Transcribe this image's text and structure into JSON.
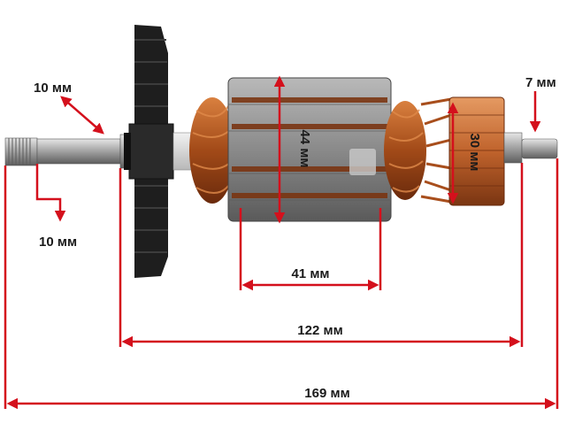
{
  "colors": {
    "dimension": "#d4101c",
    "shaft": "#9a9a9a",
    "fan": "#1e1e1e",
    "laminations": "#8c8c8c",
    "copper": "#b5561f",
    "commutator": "#c46a35"
  },
  "dimensions": {
    "shaft_left_diameter": "10 мм",
    "shaft_left_step": "10 мм",
    "core_diameter": "44 мм",
    "commutator_diameter": "30 мм",
    "shaft_right_diameter": "7 мм",
    "core_length": "41 мм",
    "bearing_span": "122 мм",
    "total_length": "169 мм"
  }
}
